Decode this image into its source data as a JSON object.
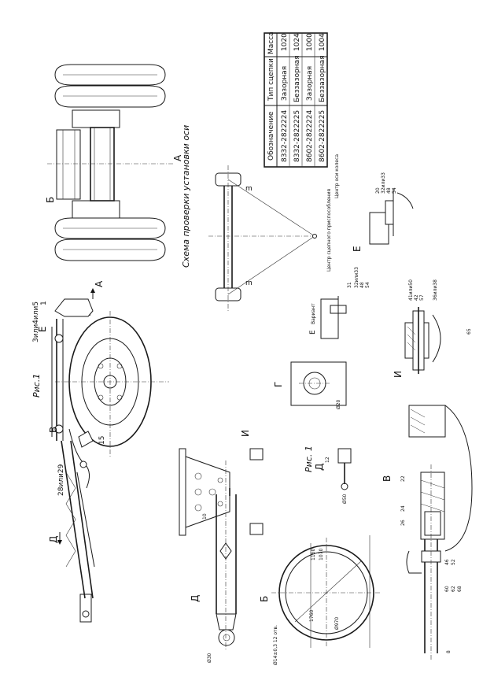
{
  "figure_title": "Рис.1",
  "figure_title_2": "Рис. 1",
  "scheme_caption": "Схема проверки установки оси",
  "scheme_notes": {
    "center": "Центр сцепного приспособления",
    "wheel": "Центр оси колеса"
  },
  "view_labels": {
    "A": "А",
    "A2": "А",
    "B": "Б",
    "B2": "Б",
    "V": "В",
    "V2": "В",
    "G": "Г",
    "D": "Д",
    "D2": "Д",
    "D3": "Д",
    "E": "Е",
    "E2": "Е",
    "E3": "Е",
    "I": "И",
    "I2": "И",
    "variant": "Вариант"
  },
  "callouts": {
    "c1": "1",
    "c15": "15",
    "c3or5": "3или4или5",
    "c28or29": "28или29",
    "c10": "10",
    "c12": "12",
    "c22": "22",
    "c24": "24",
    "c26": "26",
    "c8": "8",
    "c31": "31",
    "c32or33": "32или33",
    "c48": "48",
    "c54": "54",
    "c20": "20",
    "c32or33b": "32или33",
    "c48b": "48",
    "c54b": "54",
    "c41or50": "41или50",
    "c42": "42",
    "c57": "57",
    "c36or38": "36или38",
    "c65": "65",
    "c46": "46",
    "c52": "52",
    "c60": "60",
    "c62": "62",
    "c68": "68"
  },
  "dimensions": {
    "d1": "1150",
    "d2": "1070",
    "d3": "Ø970",
    "d4": "1760",
    "d5": "Ø20",
    "d6": "Ø50",
    "d7": "Ø30",
    "d8": "m",
    "d9": "m",
    "d10": "Ø14±0,3 12 отв."
  },
  "table": {
    "headers": [
      "Обозначение",
      "Тип сцепки",
      "Масса"
    ],
    "rows": [
      [
        "8332-2822224",
        "Зазорная",
        "1020"
      ],
      [
        "8332-2822225",
        "Беззазорная",
        "1024"
      ],
      [
        "8602-2822224",
        "Зазорная",
        "1000"
      ],
      [
        "8602-2822225",
        "Беззазорная",
        "1004"
      ]
    ]
  }
}
